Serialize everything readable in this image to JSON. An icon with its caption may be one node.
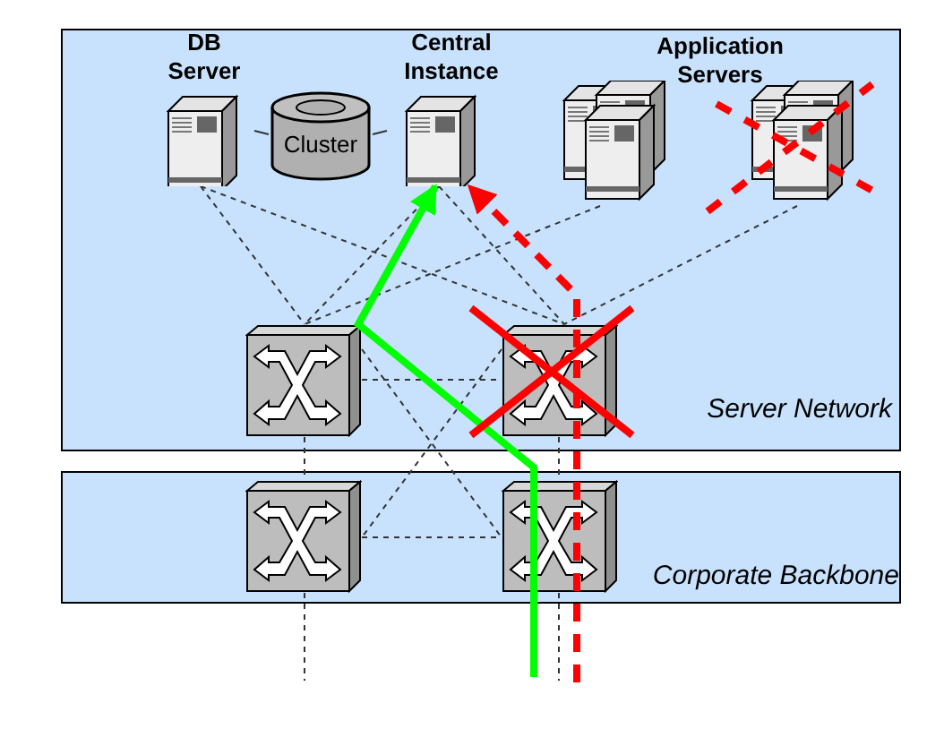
{
  "diagram": {
    "nodes": [
      {
        "text": [
          "Server Network"
        ]
      },
      {
        "text": [
          "DB Server"
        ],
        "in": 0
      },
      {
        "text": [
          "Cluster"
        ],
        "in": 0
      },
      {
        "text": [
          "Central Instance"
        ],
        "in": 0
      },
      {
        "text": [],
        "shape": "picture",
        "in": 0
      },
      {
        "text": [],
        "shape": "picture",
        "in": 0
      },
      {
        "text": [],
        "shape": "box",
        "in": 0
      },
      {
        "text": [],
        "shape": "box",
        "in": 0
      },
      {
        "text": [
          "Corporate Backbone"
        ]
      },
      {
        "text": [],
        "shape": "box",
        "in": 8
      },
      {
        "text": [],
        "shape": "box",
        "in": 8
      }
    ],
    "edges": [
      {
        "from": 1,
        "to": 2,
        "arrow": "none"
      },
      {
        "from": 2,
        "to": 3,
        "arrow": "none"
      },
      {
        "from": 1,
        "to": 6,
        "arrow": "none",
        "style": "dashed"
      },
      {
        "from": 1,
        "to": 7,
        "arrow": "none",
        "style": "dashed"
      },
      {
        "from": 3,
        "to": 6,
        "arrow": "none",
        "style": "dashed"
      },
      {
        "from": 3,
        "to": 7,
        "arrow": "none",
        "style": "dashed"
      },
      {
        "from": 4,
        "to": 6,
        "arrow": "none",
        "style": "dashed"
      },
      {
        "from": 5,
        "to": 7,
        "arrow": "none",
        "style": "dashed"
      },
      {
        "from": 6,
        "to": 7,
        "arrow": "none",
        "style": "dashed"
      },
      {
        "from": 6,
        "to": 9,
        "arrow": "none",
        "style": "dashed"
      },
      {
        "from": 7,
        "to": 10,
        "arrow": "none",
        "style": "dashed"
      },
      {
        "from": 6,
        "to": 10,
        "arrow": "none",
        "style": "dashed"
      },
      {
        "from": 7,
        "to": 9,
        "arrow": "none",
        "style": "dashed"
      },
      {
        "from": 9,
        "to": 10,
        "arrow": "none",
        "style": "dashed"
      },
      {
        "from": 9,
        "to": null,
        "arrow": "none",
        "style": "dashed"
      },
      {
        "from": 10,
        "to": null,
        "arrow": "none",
        "style": "dashed"
      },
      {
        "from": null,
        "to": 3,
        "arrow": "to",
        "style": "thick",
        "color": "#00ff00"
      },
      {
        "from": null,
        "to": 3,
        "arrow": "to",
        "style": "dashed",
        "color": "#ff0000"
      }
    ],
    "labels": [
      "Application Servers"
    ]
  }
}
